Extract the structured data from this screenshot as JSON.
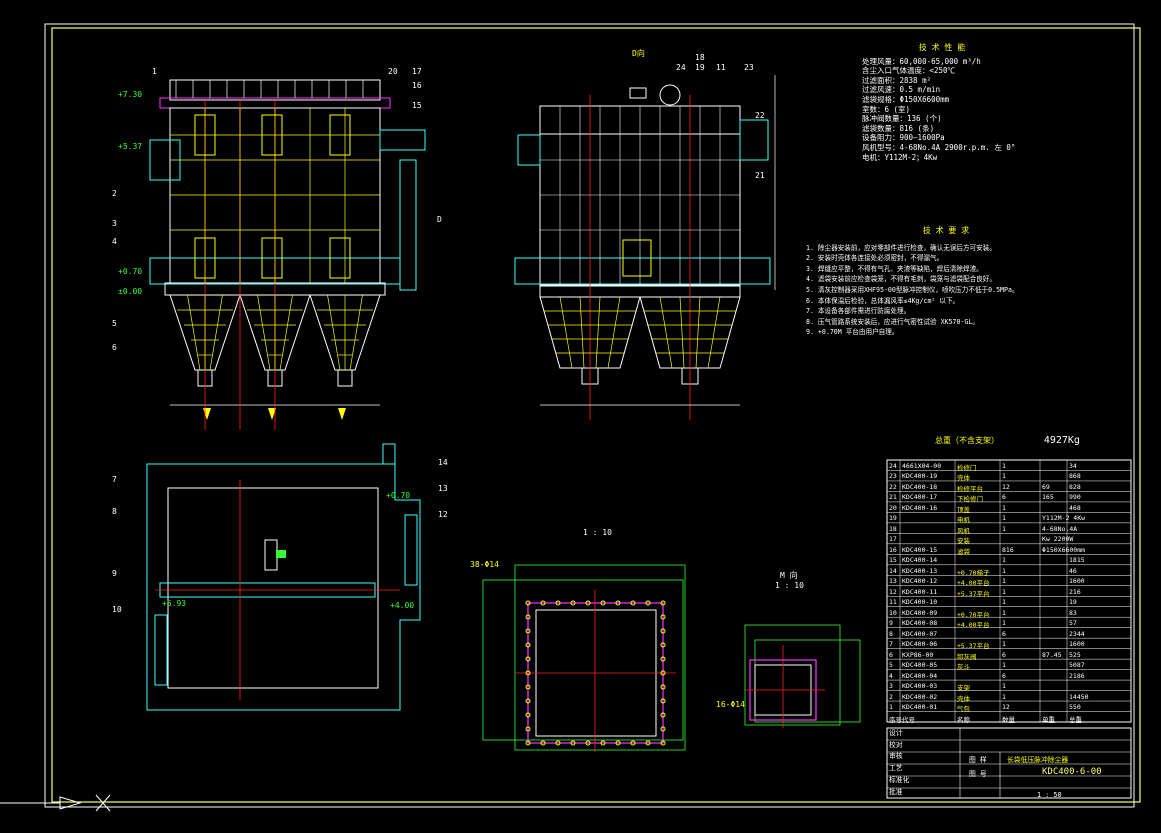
{
  "drawing": {
    "background": "#000000",
    "colors": {
      "frame": "#ffff66",
      "structure": "#ffffff",
      "inner": "#ffff00",
      "centerline": "#ff2020",
      "cyan": "#33ffff",
      "magenta": "#ff33ff",
      "green": "#33ff33",
      "dim": "#ffff99"
    },
    "views": {
      "front_labels": [
        "1",
        "20",
        "17",
        "16",
        "15",
        "2",
        "3",
        "4",
        "5",
        "6"
      ],
      "front_levels": [
        "+7.30",
        "+5.37",
        "+0.70",
        "±0.00"
      ],
      "side_labels": [
        "D向",
        "24",
        "18",
        "19",
        "11",
        "23",
        "22",
        "21"
      ],
      "section_mark": "D",
      "plan_labels": [
        "7",
        "8",
        "9",
        "10",
        "14",
        "13",
        "12"
      ],
      "plan_levels": [
        "+0.70",
        "+5.93",
        "+4.00"
      ],
      "detail_large_title": "1 : 10",
      "detail_large_callout": "38-Φ14",
      "detail_small_title": "M 向",
      "detail_small_scale": "1 : 10",
      "detail_small_callout": "16-Φ14"
    },
    "tech_params": {
      "title": "技 术 性 能",
      "lines": [
        "处理风量：60,000-65,000 m³/h",
        "含尘入口气体温度：<250℃",
        "过滤面积：2838 m²",
        "过滤风速：0.5 m/min",
        "滤袋规格：Φ150X6600mm",
        "室数：6 (室)",
        "脉冲阀数量：136 (个)",
        "滤袋数量：816 (条)",
        "设备阻力：900—1600Pa",
        "风机型号：4-68No.4A 2900r.p.m. 左 0°",
        "电机：Y112M-2；4Kw"
      ]
    },
    "tech_req": {
      "title": "技 术 要 求",
      "lines": [
        "1. 除尘器安装前，应对零部件进行检查，确认无误后方可安装。",
        "2. 安装时壳体各连接处必须密封，不得漏气。",
        "3. 焊缝应平整，不得有气孔、夹渣等缺陷，焊后清除焊渣。",
        "4. 滤袋安装前应检查袋笼，不得有毛刺，袋笼与滤袋配合良好。",
        "5. 清灰控制器采用XHF95-00型脉冲控制仪，喷吹压力不低于0.5MPa。",
        "6. 本体保温后检验，总体漏风率≤4Kg/cm² 以下。",
        "7. 本设备各部件需进行防腐处理。",
        "8. 压气管路系统安装后，应进行气密性试验 XK570-GL。",
        "9. +0.70M 平台由用户自理。"
      ]
    },
    "parts_table": {
      "total_label": "总重（不含支架）",
      "total_weight": "4927Kg",
      "rows": [
        [
          "24",
          "4661X04-00",
          "检修门",
          "1",
          "",
          "34"
        ],
        [
          "23",
          "KDC400-19",
          "壳体",
          "1",
          "",
          "868"
        ],
        [
          "22",
          "KDC400-18",
          "检修平台",
          "12",
          "69",
          "828"
        ],
        [
          "21",
          "KDC400-17",
          "下检修门",
          "6",
          "165",
          "990"
        ],
        [
          "20",
          "KDC400-16",
          "顶盖",
          "1",
          "",
          "468"
        ],
        [
          "19",
          "",
          "电机",
          "1",
          "Y112M-2 4Kw",
          ""
        ],
        [
          "18",
          "",
          "风机",
          "1",
          "4-68No.4A",
          ""
        ],
        [
          "17",
          "",
          "安装",
          "",
          "Kw 2200W",
          ""
        ],
        [
          "16",
          "KDC400-15",
          "滤袋",
          "816",
          "Φ150X6600mm",
          ""
        ],
        [
          "15",
          "KDC400-14",
          "",
          "1",
          "",
          "1815"
        ],
        [
          "14",
          "KDC400-13",
          "+0.70梯子",
          "1",
          "",
          "46"
        ],
        [
          "13",
          "KDC400-12",
          "+4.00平台",
          "1",
          "",
          "1600"
        ],
        [
          "12",
          "KDC400-11",
          "+5.37平台",
          "1",
          "",
          "216"
        ],
        [
          "11",
          "KDC400-10",
          "",
          "1",
          "",
          "19"
        ],
        [
          "10",
          "KDC400-09",
          "+0.70平台",
          "1",
          "",
          "83"
        ],
        [
          "9",
          "KDC400-08",
          "+4.00平台",
          "1",
          "",
          "57"
        ],
        [
          "8",
          "KDC400-07",
          "",
          "6",
          "",
          "2344"
        ],
        [
          "7",
          "KDC400-06",
          "+5.37平台",
          "1",
          "",
          "1600"
        ],
        [
          "6",
          "KXP86-00",
          "卸灰阀",
          "6",
          "87.45",
          "525"
        ],
        [
          "5",
          "KDC400-05",
          "灰斗",
          "1",
          "",
          "5087"
        ],
        [
          "4",
          "KDC400-04",
          "",
          "6",
          "",
          "2186"
        ],
        [
          "3",
          "KDC400-03",
          "支架",
          "1",
          "",
          ""
        ],
        [
          "2",
          "KDC400-02",
          "壳体",
          "1",
          "",
          "14450"
        ],
        [
          "1",
          "KDC400-01",
          "气包",
          "12",
          "",
          "550"
        ]
      ],
      "header": [
        "序号",
        "代号",
        "名称",
        "数量",
        "单重",
        "总重"
      ]
    },
    "title_block": {
      "product_name": "长袋低压脉冲除尘器",
      "drawing_no": "KDC400-6-00",
      "scale": "1 : 50",
      "material_label": "图 样",
      "code_label": "图 号",
      "rows_left": [
        "设计",
        "校对",
        "审核",
        "工艺",
        "标准化",
        "批准"
      ]
    }
  }
}
